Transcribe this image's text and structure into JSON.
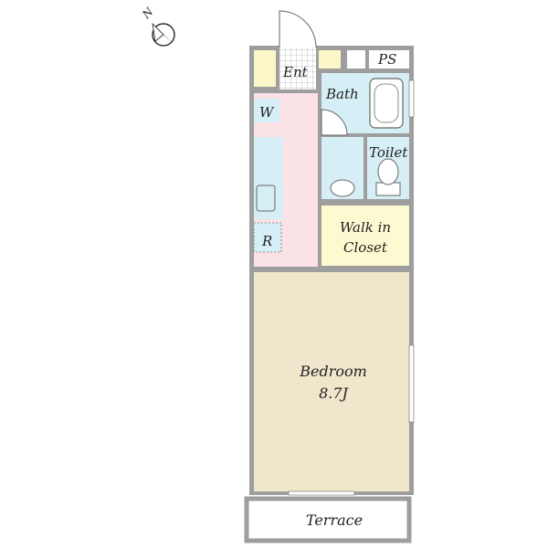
{
  "compass": {
    "north_label": "N"
  },
  "rooms": {
    "entrance": "Ent",
    "pipe_space": "PS",
    "bath": "Bath",
    "washer": "W",
    "toilet": "Toilet",
    "walk_in_closet_line1": "Walk in",
    "walk_in_closet_line2": "Closet",
    "refrigerator": "R",
    "bedroom_name": "Bedroom",
    "bedroom_size": "8.7J",
    "terrace": "Terrace"
  },
  "colors": {
    "wall": "#9e9e9e",
    "bedroom_floor": "#efe6cc",
    "kitchen_floor": "#fbe2e6",
    "wet_area": "#d6eef5",
    "closet": "#fdfad2",
    "storage": "#fbf7c8",
    "entrance_tile": "#ffffff"
  }
}
